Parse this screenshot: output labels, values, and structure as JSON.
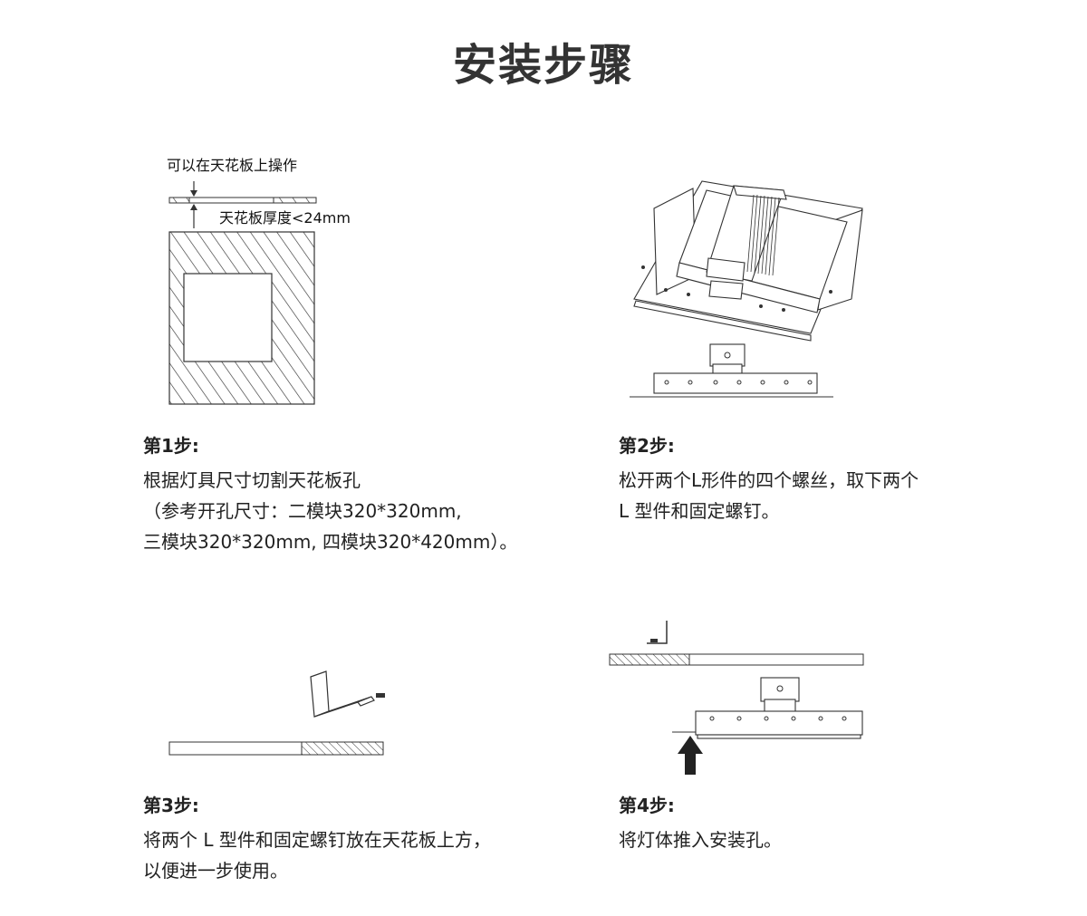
{
  "page": {
    "title": "安装步骤"
  },
  "figure1": {
    "label_top": "可以在天花板上操作",
    "label_thickness": "天花板厚度<24mm"
  },
  "steps": [
    {
      "title": "第1步:",
      "lines": [
        "根据灯具尺寸切割天花板孔",
        "（参考开孔尺寸：二模块320*320mm,",
        "三模块320*320mm, 四模块320*420mm）。"
      ]
    },
    {
      "title": "第2步:",
      "lines": [
        "松开两个L形件的四个螺丝，取下两个",
        "L 型件和固定螺钉。"
      ]
    },
    {
      "title": "第3步:",
      "lines": [
        "将两个 L 型件和固定螺钉放在天花板上方，",
        "以便进一步使用。"
      ]
    },
    {
      "title": "第4步:",
      "lines": [
        "将灯体推入安装孔。"
      ]
    }
  ]
}
